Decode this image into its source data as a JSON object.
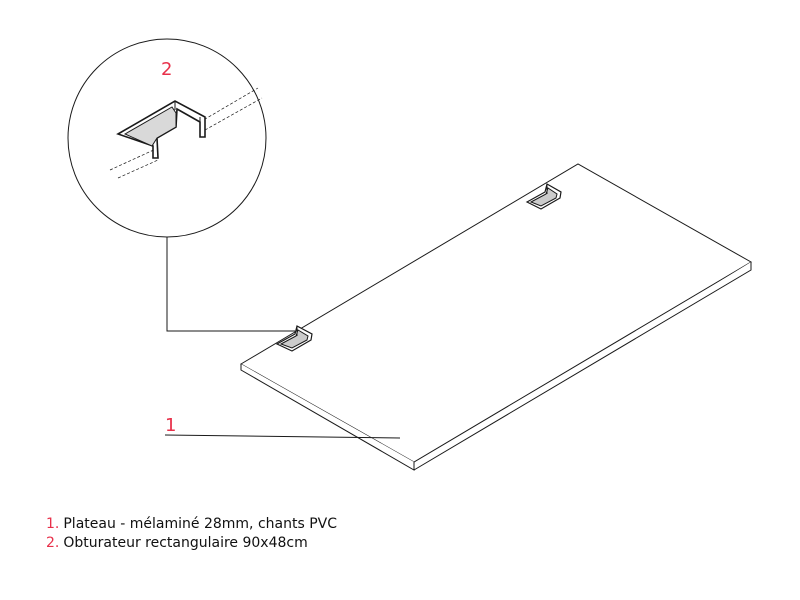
{
  "colors": {
    "accent": "#e8304a",
    "line": "#1a1a1a",
    "fill_insert": "#d9d9d9",
    "text": "#111111"
  },
  "callouts": {
    "detail_number": "2",
    "panel_number": "1"
  },
  "legend": {
    "items": [
      {
        "num": "1.",
        "label": "Plateau - mélaminé 28mm, chants PVC"
      },
      {
        "num": "2.",
        "label": "Obturateur rectangulaire 90x48cm"
      }
    ]
  }
}
